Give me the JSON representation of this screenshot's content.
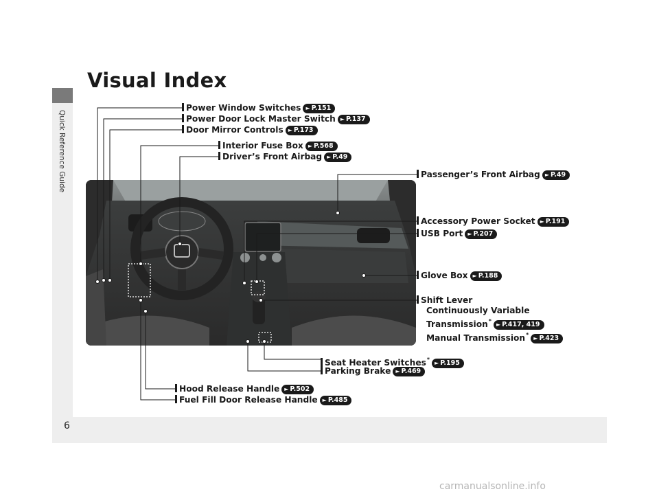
{
  "page": {
    "title": "Visual Index",
    "sidebar_label": "Quick Reference Guide",
    "page_number": "6",
    "watermark": "carmanualsonline.info"
  },
  "callouts": [
    {
      "label": "Power Window Switches",
      "ref": "P.151"
    },
    {
      "label": "Power Door Lock Master Switch",
      "ref": "P.137"
    },
    {
      "label": "Door Mirror Controls",
      "ref": "P.173"
    },
    {
      "label": "Interior Fuse Box",
      "ref": "P.568"
    },
    {
      "label": "Driver’s Front Airbag",
      "ref": "P.49"
    },
    {
      "label": "Passenger’s Front Airbag",
      "ref": "P.49"
    },
    {
      "label": "Accessory Power Socket",
      "ref": "P.191"
    },
    {
      "label": "USB Port",
      "ref": "P.207"
    },
    {
      "label": "Glove Box",
      "ref": "P.188"
    },
    {
      "label": "Seat Heater Switches",
      "ref": "P.195"
    },
    {
      "label": "Parking Brake",
      "ref": "P.469"
    },
    {
      "label": "Hood Release Handle",
      "ref": "P.502"
    },
    {
      "label": "Fuel Fill Door Release Handle",
      "ref": "P.485"
    }
  ],
  "shift_lever": {
    "label": "Shift Lever",
    "line2": "Continuously Variable",
    "line3": "Transmission",
    "ref_cvt": "P.417, 419",
    "line4": "Manual Transmission",
    "ref_mt": "P.423"
  },
  "colors": {
    "text": "#1a1a1a",
    "sidebar": "#eeeeee",
    "tab": "#7a7a7a"
  }
}
